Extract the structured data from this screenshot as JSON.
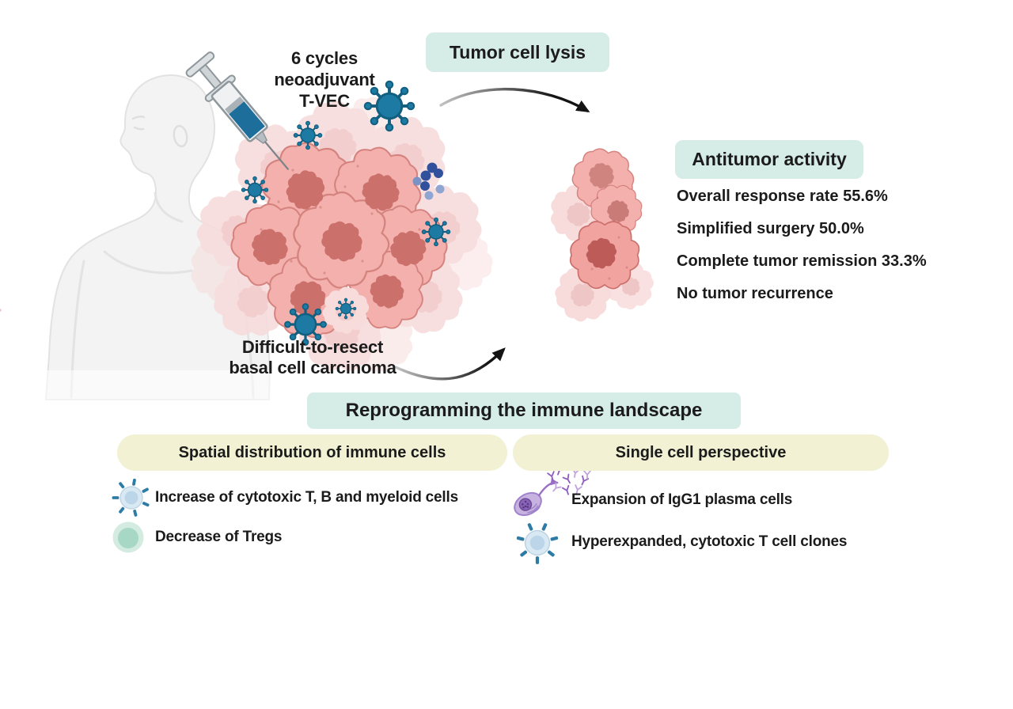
{
  "injection_label": {
    "lines": [
      "6 cycles",
      "neoadjuvant",
      "T-VEC"
    ]
  },
  "tumor_lysis": {
    "label": "Tumor cell lysis"
  },
  "antitumor": {
    "title": "Antitumor activity",
    "stats": [
      "Overall response rate 55.6%",
      "Simplified surgery 50.0%",
      "Complete tumor remission 33.3%",
      "No tumor recurrence"
    ]
  },
  "primary_tumor_caption": {
    "lines": [
      "Difficult-to-resect",
      "basal cell carcinoma"
    ]
  },
  "reprogramming": {
    "label": "Reprogramming the immune landscape"
  },
  "spatial_panel": {
    "title": "Spatial distribution of immune cells",
    "items": [
      "Increase of cytotoxic T, B and myeloid cells",
      "Decrease of Tregs"
    ]
  },
  "single_cell_panel": {
    "title": "Single cell perspective",
    "items": [
      "Expansion of IgG1 plasma cells",
      "Hyperexpanded, cytotoxic T cell clones"
    ]
  },
  "icons": {
    "injection": "syringe-icon",
    "virus": "t-vec-virus-icon",
    "primary_tumor": "primary-tumor-illustration",
    "residual_tumor": "residual-tumor-illustration",
    "immune_dots": "immune-dot-cluster",
    "body": "human-body-silhouette",
    "spatial_items": [
      "cytotoxic-cell-icon",
      "treg-cell-icon"
    ],
    "single_cell_items": [
      "plasma-cell-icon",
      "t-cell-clone-icon"
    ],
    "antibodies": "antibody-icons"
  },
  "colors": {
    "highlight_teal": "#d6ece6",
    "banner_yellow": "#f2f1d4",
    "virus_teal": "#1d7ba3",
    "virus_outline": "#135f80",
    "tumor_cell_pink": "#f3b0ac",
    "tumor_nucleus": "#cc706c",
    "tumor_light_pink": "#f8dcdc",
    "immune_dot_blue": "#32519c",
    "plasma_purple": "#8a63b8",
    "spike_blue": "#2e7ca6",
    "treg_mint": "#a6d8c5",
    "body_gray": "#f3f3f3",
    "arrow_black": "#141414",
    "text": "#1b1b1b"
  }
}
